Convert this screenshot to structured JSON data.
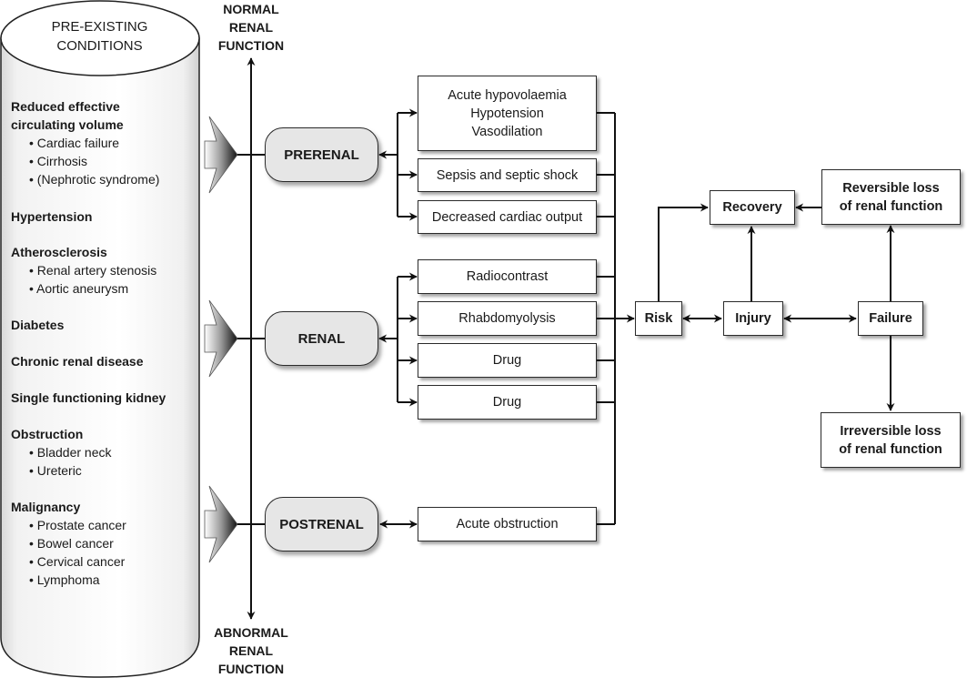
{
  "cylinder": {
    "title_line1": "PRE-EXISTING",
    "title_line2": "CONDITIONS",
    "groups": [
      {
        "heading": "Reduced effective",
        "heading2": "circulating volume",
        "items": [
          "• Cardiac failure",
          "• Cirrhosis",
          "• (Nephrotic syndrome)"
        ]
      },
      {
        "heading": "Hypertension",
        "items": []
      },
      {
        "heading": "Atherosclerosis",
        "items": [
          "• Renal artery stenosis",
          "• Aortic aneurysm"
        ]
      },
      {
        "heading": "Diabetes",
        "items": []
      },
      {
        "heading": "Chronic renal disease",
        "items": []
      },
      {
        "heading": "Single functioning kidney",
        "items": []
      },
      {
        "heading": "Obstruction",
        "items": [
          "• Bladder neck",
          "• Ureteric"
        ]
      },
      {
        "heading": "Malignancy",
        "items": [
          "• Prostate cancer",
          "• Bowel cancer",
          "• Cervical cancer",
          "• Lymphoma"
        ]
      }
    ]
  },
  "axis": {
    "top": [
      "NORMAL",
      "RENAL",
      "FUNCTION"
    ],
    "bottom": [
      "ABNORMAL",
      "RENAL",
      "FUNCTION"
    ]
  },
  "categories": {
    "prerenal": "PRERENAL",
    "renal": "RENAL",
    "postrenal": "POSTRENAL"
  },
  "causes": {
    "prerenal": [
      [
        "Acute hypovolaemia",
        "Hypotension",
        "Vasodilation"
      ],
      [
        "Sepsis and septic shock"
      ],
      [
        "Decreased cardiac output"
      ]
    ],
    "renal": [
      "Radiocontrast",
      "Rhabdomyolysis",
      "Drug",
      "Drug"
    ],
    "postrenal": [
      "Acute obstruction"
    ]
  },
  "stages": {
    "risk": "Risk",
    "injury": "Injury",
    "failure": "Failure",
    "recovery": "Recovery",
    "reversible": [
      "Reversible loss",
      "of renal function"
    ],
    "irreversible": [
      "Irreversible loss",
      "of renal function"
    ]
  }
}
